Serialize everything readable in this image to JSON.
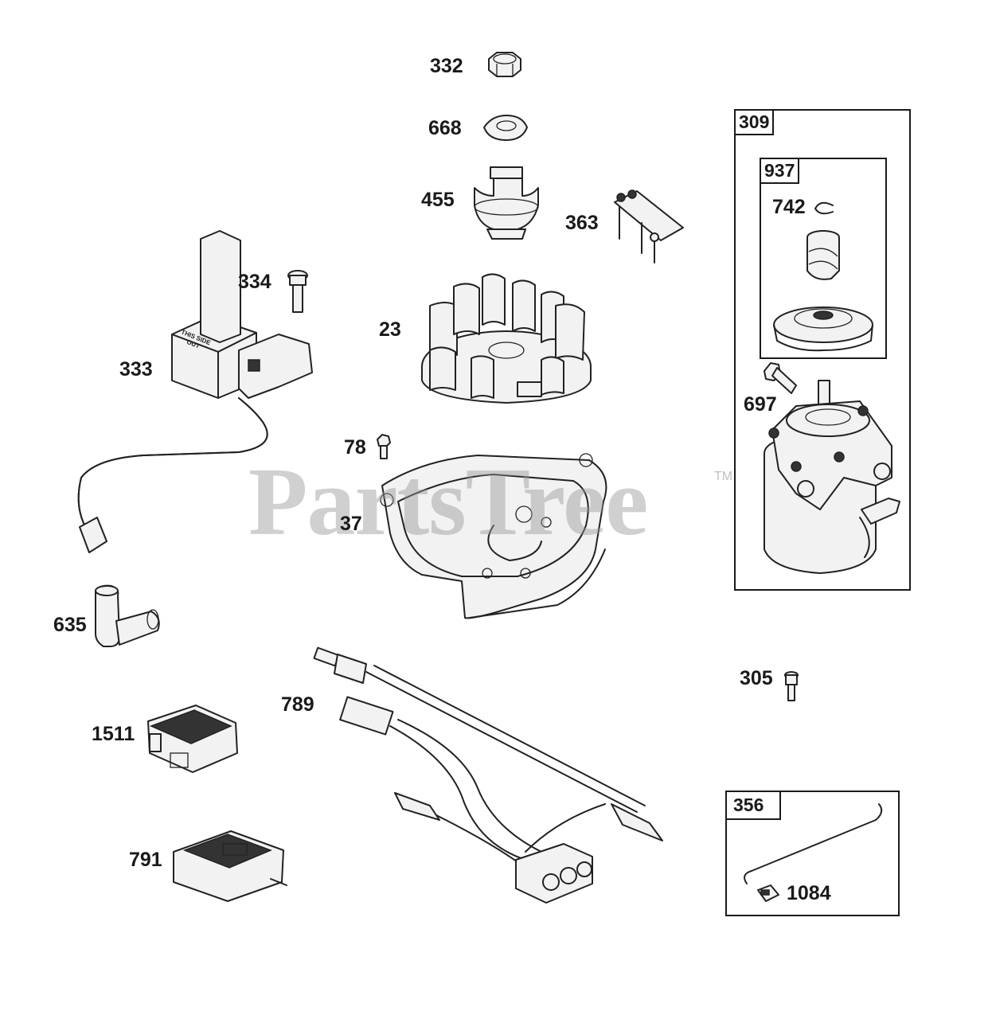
{
  "watermark": {
    "text": "PartsTree",
    "tm": "TM"
  },
  "callouts": {
    "c332": "332",
    "c668": "668",
    "c455": "455",
    "c363": "363",
    "c334": "334",
    "c333": "333",
    "c23": "23",
    "c78": "78",
    "c37": "37",
    "c635": "635",
    "c789": "789",
    "c1511": "1511",
    "c791": "791",
    "c305": "305",
    "c697": "697",
    "c742": "742",
    "c1084": "1084"
  },
  "boxes": {
    "b309": "309",
    "b937": "937",
    "b356": "356"
  },
  "coil_text": "THIS SIDE OUT"
}
